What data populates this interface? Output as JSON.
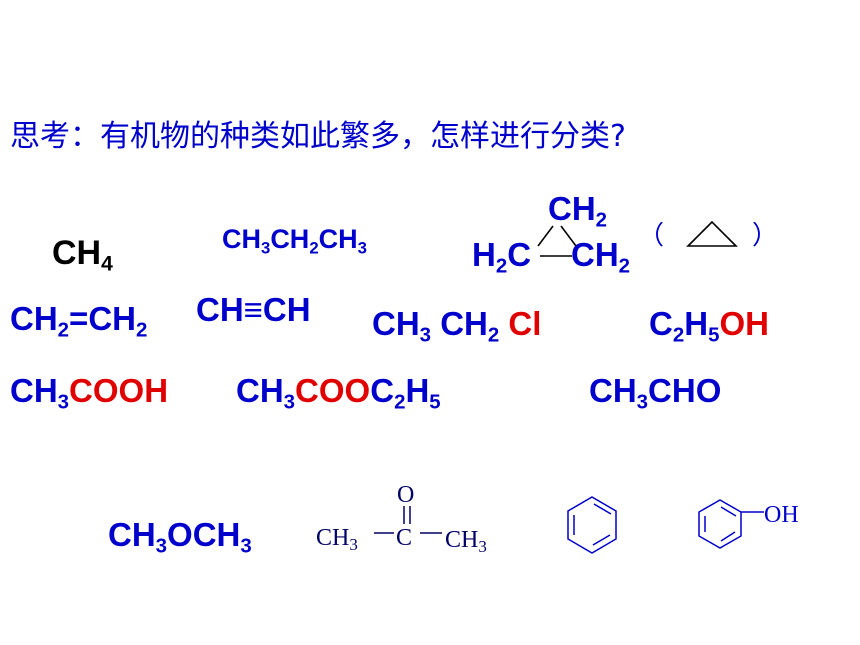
{
  "title": "思考：有机物的种类如此繁多，怎样进行分类?",
  "colors": {
    "text": "#0000cc",
    "red": "#e00000",
    "black": "#000000"
  },
  "formulas": {
    "methane": {
      "a": "CH",
      "b": "4"
    },
    "propane": {
      "a": "CH",
      "b": "3",
      "c": "CH",
      "d": "2",
      "e": "CH",
      "f": "3"
    },
    "cyclopropane": {
      "top_a": "CH",
      "top_b": "2",
      "left_a": "H",
      "left_b": "2",
      "left_c": "C",
      "right_a": "CH",
      "right_b": "2",
      "paren_open": "（",
      "paren_close": "）"
    },
    "ethene": {
      "a": "CH",
      "b": "2",
      "c": "=CH",
      "d": "2"
    },
    "ethyne": {
      "a": "CH≡CH"
    },
    "chloroethane": {
      "a": "CH",
      "b": "3",
      "c": " CH",
      "d": "2",
      "e": " Cl"
    },
    "ethanol": {
      "a": "C",
      "b": "2",
      "c": "H",
      "d": "5",
      "e": "OH"
    },
    "acetic_acid": {
      "a": "CH",
      "b": "3",
      "c": "COOH"
    },
    "ethyl_acetate": {
      "a": "CH",
      "b": "3",
      "c": "COO",
      "d": "C",
      "e": "2",
      "f": "H",
      "g": "5"
    },
    "acetaldehyde": {
      "a": "CH",
      "b": "3",
      "c": "CHO"
    },
    "dimethyl_ether": {
      "a": "CH",
      "b": "3",
      "c": "OCH",
      "d": "3"
    },
    "acetone": {
      "o": "O",
      "left_a": "CH",
      "left_b": "3",
      "c": "C",
      "right_a": "CH",
      "right_b": "3"
    },
    "phenol": {
      "oh": "OH"
    }
  }
}
